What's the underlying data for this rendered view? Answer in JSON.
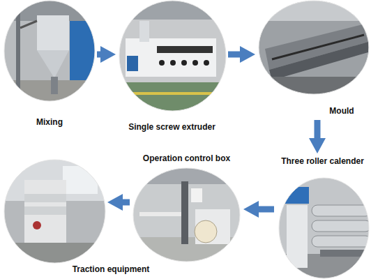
{
  "diagram": {
    "nodes": [
      {
        "text": [
          "Mixing"
        ]
      },
      {
        "text": [
          "Single screw extruder"
        ]
      },
      {
        "text": [
          "Mould"
        ]
      },
      {
        "text": [
          "Three roller calender"
        ]
      },
      {
        "text": [
          "Operation control box"
        ]
      },
      {
        "text": [
          "Traction equipment"
        ]
      }
    ],
    "edges": [
      {
        "from": 0,
        "to": 1,
        "arrow": "to"
      },
      {
        "from": 1,
        "to": 2,
        "arrow": "to"
      },
      {
        "from": 2,
        "to": 3,
        "arrow": "to"
      },
      {
        "from": 3,
        "to": 4,
        "arrow": "to"
      },
      {
        "from": 4,
        "to": 5,
        "arrow": "to"
      }
    ]
  }
}
